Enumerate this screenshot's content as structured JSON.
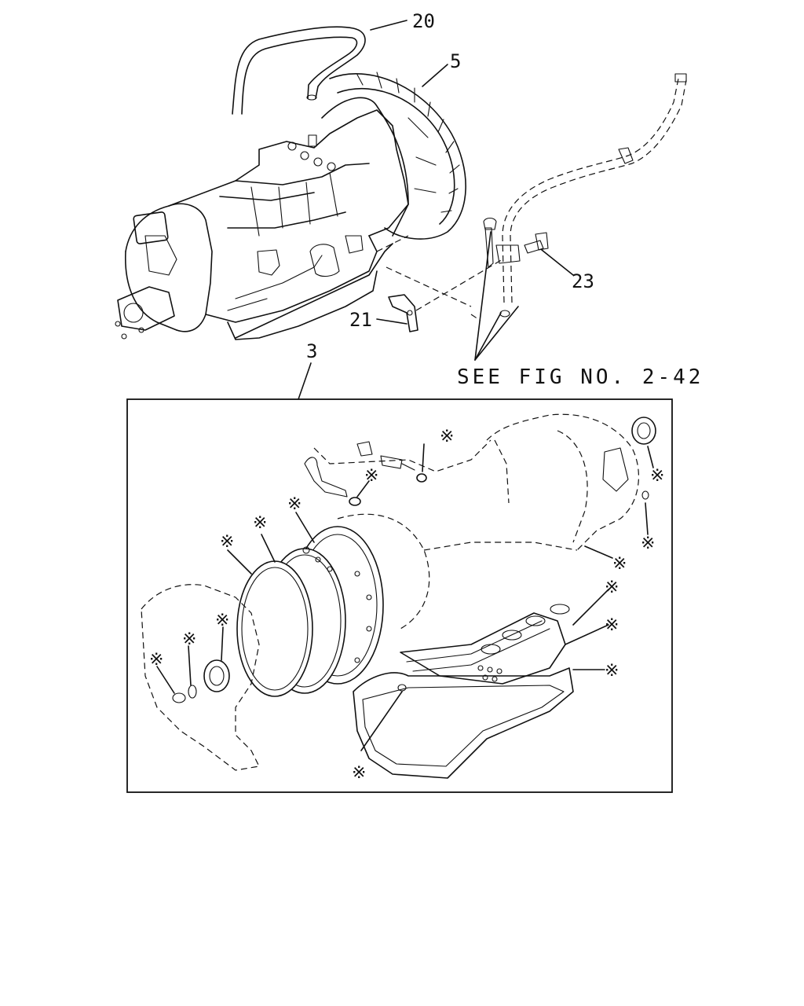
{
  "labels": {
    "hose": "20",
    "converter_housing": "5",
    "bolt": "23",
    "bracket": "21",
    "overhaul_kit": "3",
    "reference": "SEE FIG NO. 2-42",
    "kit_marker": "※"
  }
}
